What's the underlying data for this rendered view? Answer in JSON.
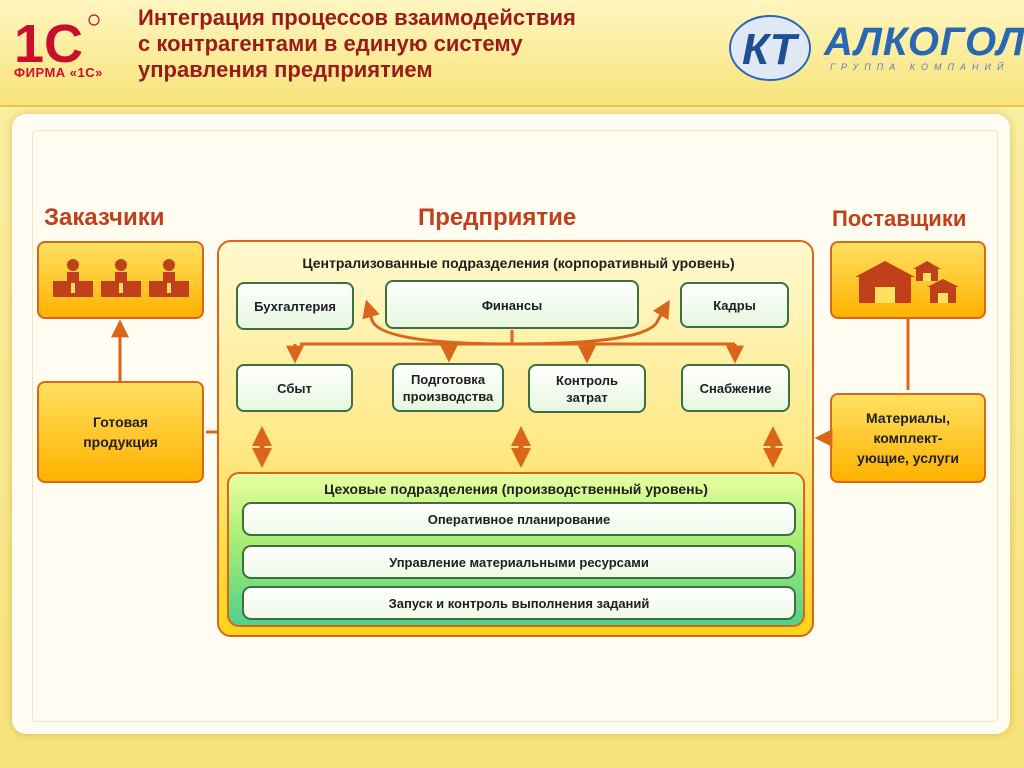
{
  "header": {
    "title_lines": [
      "Интеграция процессов взаимодействия",
      "с контрагентами в единую систему",
      "управления предприятием"
    ],
    "logo_1c_text": "1С",
    "logo_1c_caption": "ФИРМА «1С»",
    "logo_kt_mark": "КТ",
    "logo_kt_name": "АЛКОГОЛЬ",
    "logo_kt_sub": "ГРУППА КОМПАНИЙ"
  },
  "sections": {
    "customers": "Заказчики",
    "enterprise": "Предприятие",
    "suppliers": "Поставщики"
  },
  "customers_output": "Готовая продукция",
  "suppliers_input": "Материалы, комплект-ующие, услуги",
  "corporate": {
    "title": "Централизованные подразделения (корпоративный уровень)",
    "top_depts": [
      "Бухгалтерия",
      "Финансы",
      "Кадры"
    ],
    "bottom_depts": [
      "Сбыт",
      "Подготовка производства",
      "Контроль затрат",
      "Снабжение"
    ]
  },
  "workshop": {
    "title": "Цеховые подразделения (производственный уровень)",
    "items": [
      "Оперативное планирование",
      "Управление материальными ресурсами",
      "Запуск и контроль выполнения заданий"
    ]
  },
  "colors": {
    "accent": "#d9661a",
    "title_red": "#9b1a1a",
    "section_red": "#c1401c",
    "kt_blue": "#2a67b3",
    "dept_border": "#3f6f3f"
  },
  "icons": {
    "customers": "people-at-desks-icon",
    "suppliers": "warehouses-icon"
  }
}
